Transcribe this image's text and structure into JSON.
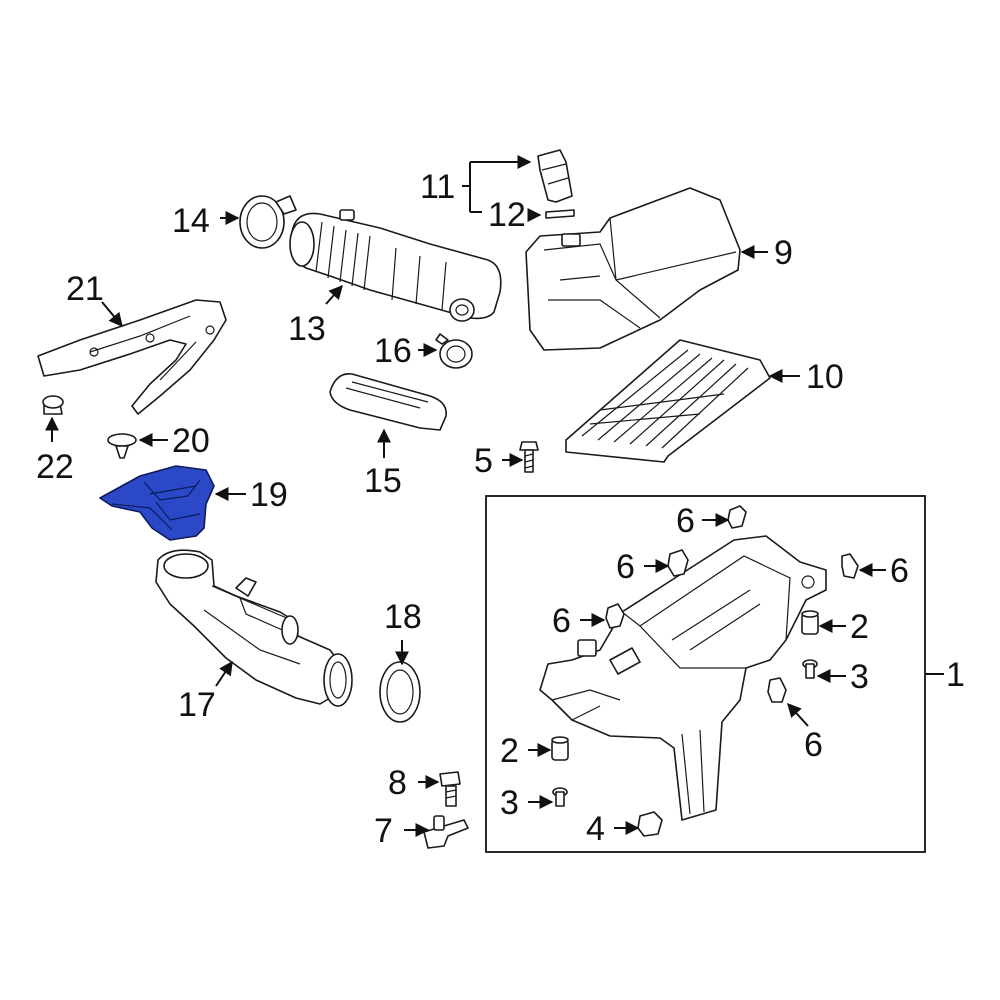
{
  "callouts": {
    "c1": "1",
    "c2a": "2",
    "c2b": "2",
    "c3a": "3",
    "c3b": "3",
    "c4": "4",
    "c5": "5",
    "c6a": "6",
    "c6b": "6",
    "c6c": "6",
    "c6d": "6",
    "c6e": "6",
    "c7": "7",
    "c8": "8",
    "c9": "9",
    "c10": "10",
    "c11": "11",
    "c12": "12",
    "c13": "13",
    "c14": "14",
    "c15": "15",
    "c16": "16",
    "c17": "17",
    "c18": "18",
    "c19": "19",
    "c20": "20",
    "c21": "21",
    "c22": "22"
  },
  "colors": {
    "highlight": "#2b49c6",
    "line": "#1a1a1a",
    "background": "#ffffff"
  },
  "highlighted_part": "19"
}
